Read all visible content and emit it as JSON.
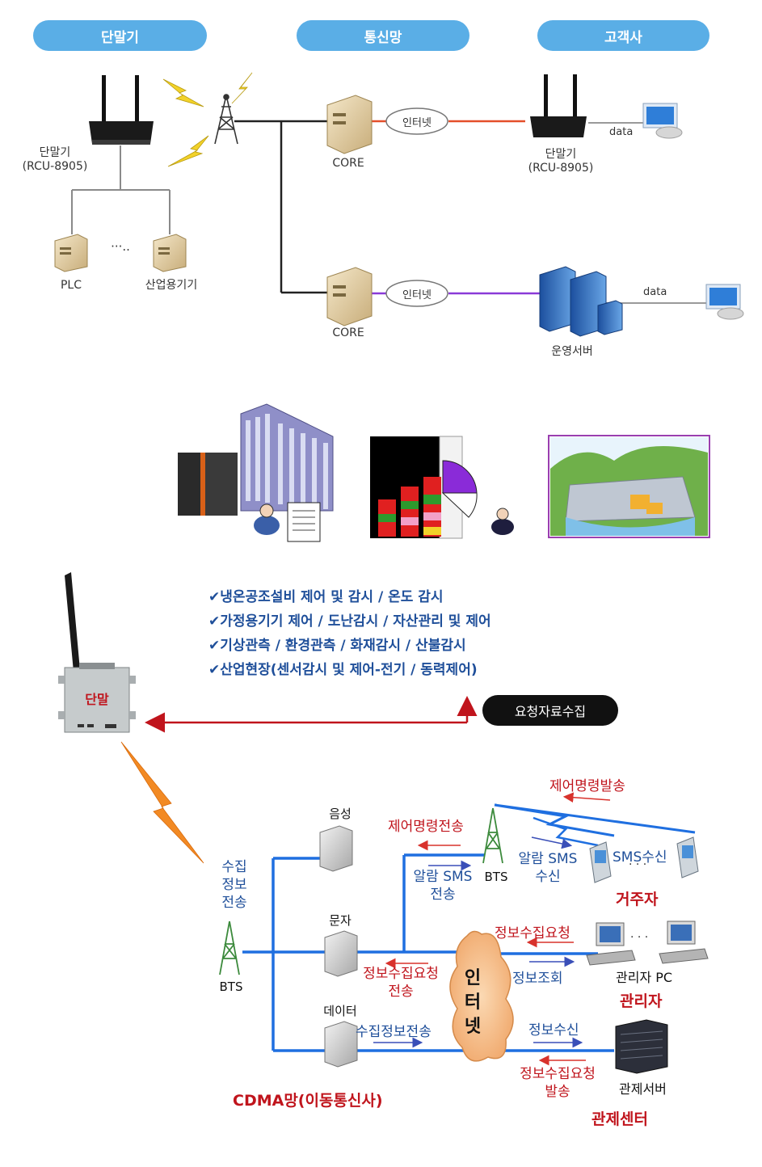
{
  "top": {
    "headers": [
      "단말기",
      "통신망",
      "고객사"
    ],
    "terminal_left": {
      "line1": "단말기",
      "line2": "(RCU-8905)"
    },
    "plc": "PLC",
    "dots": "···..",
    "industrial": "산업용기기",
    "core1": "CORE",
    "core2": "CORE",
    "internet1": "인터넷",
    "internet2": "인터넷",
    "terminal_right": {
      "line1": "단말기",
      "line2": "(RCU-8905)"
    },
    "data1": "data",
    "data2": "data",
    "ops_server": "운영서버"
  },
  "apps": {
    "bullets": [
      "✔냉온공조설비 제어 및 감시 / 온도 감시",
      "✔가정용기기 제어 / 도난감시  / 자산관리 및 제어",
      "✔기상관측 / 환경관측 / 화재감시 / 산불감시",
      "✔산업현장(센서감시 및 제어-전기 / 동력제어)"
    ],
    "device_label": "단말",
    "request_button": "요청자료수집"
  },
  "network": {
    "collect_send": [
      "수집",
      "정보",
      "전송"
    ],
    "bts_left": "BTS",
    "voice": "음성",
    "text": "문자",
    "data": "데이터",
    "control_send": "제어명령전송",
    "control_dispatch": "제어명령발송",
    "bts_right": "BTS",
    "alarm_sms_send": [
      "알람 SMS",
      "전송"
    ],
    "alarm_sms_recv": [
      "알람 SMS",
      "수신"
    ],
    "sms_recv": "SMS수신",
    "resident": "거주자",
    "info_req_send": [
      "정보수집요청",
      "전송"
    ],
    "internet": [
      "인",
      "터",
      "넷"
    ],
    "info_req": "정보수집요청",
    "info_query": "정보조회",
    "admin_pc": "관리자 PC",
    "admin": "관리자",
    "collected_send": "수집정보전송",
    "info_recv": "정보수신",
    "info_req_dispatch": [
      "정보수집요청",
      "발송"
    ],
    "control_server": "관제서버",
    "control_center": "관제센터",
    "cdma": "CDMA망(이동통신사)",
    "dots": "· · ·"
  },
  "colors": {
    "accent": "#5aaee6",
    "red": "#c0141c",
    "blue": "#1f4f9a",
    "net_blue": "#1f6fe0"
  }
}
